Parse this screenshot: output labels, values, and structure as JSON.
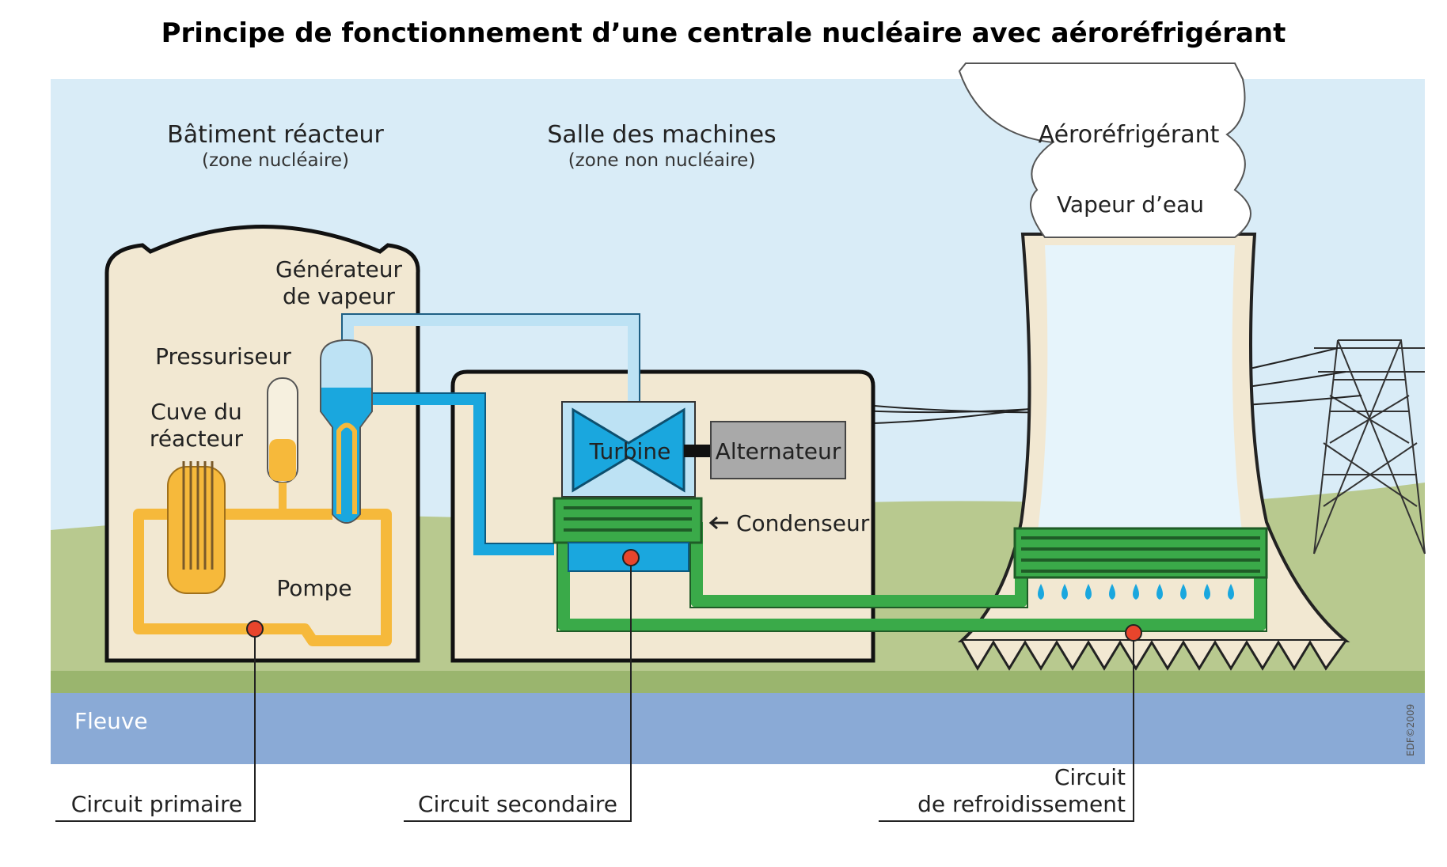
{
  "title": "Principe de fonctionnement d’une centrale nucléaire avec aéroréfrigérant",
  "buildings": {
    "reactor": {
      "name": "Bâtiment réacteur",
      "zone": "(zone nucléaire)"
    },
    "machines": {
      "name": "Salle des machines",
      "zone": "(zone non nucléaire)"
    },
    "tower": {
      "name": "Aéroréfrigérant",
      "steam": "Vapeur d’eau"
    }
  },
  "components": {
    "generator_line1": "Générateur",
    "generator_line2": "de vapeur",
    "pressurizer": "Pressuriseur",
    "vessel_line1": "Cuve du",
    "vessel_line2": "réacteur",
    "pump": "Pompe",
    "turbine": "Turbine",
    "alternator": "Alternateur",
    "condenser": "Condenseur"
  },
  "river": "Fleuve",
  "circuits": {
    "primary": "Circuit primaire",
    "secondary": "Circuit secondaire",
    "cooling_line1": "Circuit",
    "cooling_line2": "de refroidissement"
  },
  "credit": "EDF©2009",
  "colors": {
    "primary_circuit": "#f6b93b",
    "secondary_water": "#1aa7de",
    "steam": "#bde2f4",
    "cooling_circuit": "#3aaa49",
    "building": "#f2e8d2",
    "river": "#8aaad6",
    "sky": "#d9ecf7",
    "ground": "#b8c98f",
    "marker": "#e8452c"
  }
}
